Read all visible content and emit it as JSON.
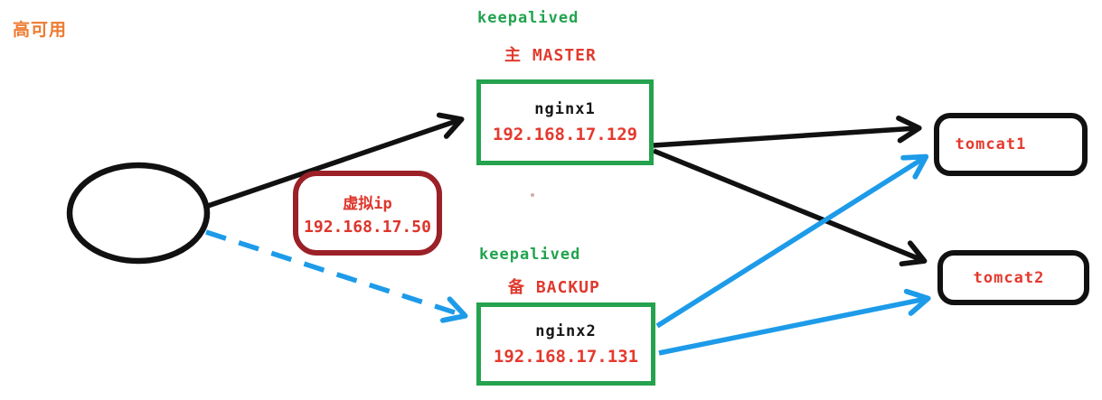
{
  "title": {
    "text": "高可用",
    "color": "#ed7c31"
  },
  "diagram": {
    "client": {
      "shape": "ellipse"
    },
    "virtual_ip": {
      "label": "虚拟ip",
      "ip": "192.168.17.50"
    },
    "nginx1": {
      "keepalived_label": "keepalived",
      "role_label": "主 MASTER",
      "name": "nginx1",
      "ip": "192.168.17.129"
    },
    "nginx2": {
      "keepalived_label": "keepalived",
      "role_label": "备 BACKUP",
      "name": "nginx2",
      "ip": "192.168.17.131"
    },
    "tomcat1": {
      "name": "tomcat1"
    },
    "tomcat2": {
      "name": "tomcat2"
    },
    "edges": [
      {
        "from": "client",
        "to": "nginx1",
        "style": "solid",
        "color": "black"
      },
      {
        "from": "client",
        "to": "nginx2",
        "style": "dashed",
        "color": "blue"
      },
      {
        "from": "nginx1",
        "to": "tomcat1",
        "style": "solid",
        "color": "black"
      },
      {
        "from": "nginx1",
        "to": "tomcat2",
        "style": "solid",
        "color": "black"
      },
      {
        "from": "nginx2",
        "to": "tomcat1",
        "style": "solid",
        "color": "blue"
      },
      {
        "from": "nginx2",
        "to": "tomcat2",
        "style": "solid",
        "color": "blue"
      }
    ]
  },
  "colors": {
    "green": "#21a34e",
    "red": "#e5392d",
    "dark_red": "#9b2027",
    "orange": "#ed7c31",
    "blue": "#1d9be9",
    "black": "#111111"
  }
}
